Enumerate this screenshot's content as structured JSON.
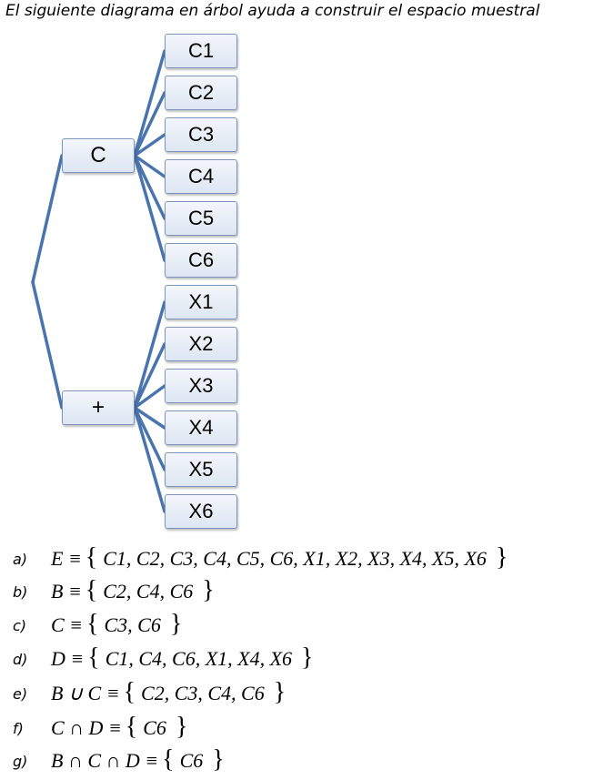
{
  "title": "El siguiente diagrama en árbol ayuda a construir el espacio muestral",
  "tree": {
    "branches": [
      {
        "label": "C",
        "leaves": [
          "C1",
          "C2",
          "C3",
          "C4",
          "C5",
          "C6"
        ]
      },
      {
        "label": "+",
        "leaves": [
          "X1",
          "X2",
          "X3",
          "X4",
          "X5",
          "X6"
        ]
      }
    ],
    "line_color": "#4a74ad"
  },
  "answers": [
    {
      "label": "a)",
      "lhs": "E ≡",
      "set": "C1, C2, C3, C4, C5, C6, X1, X2, X3, X4, X5, X6"
    },
    {
      "label": "b)",
      "lhs": "B ≡",
      "set": "C2, C4, C6"
    },
    {
      "label": "c)",
      "lhs": "C ≡",
      "set": "C3, C6"
    },
    {
      "label": "d)",
      "lhs": "D ≡",
      "set": "C1, C4, C6, X1, X4, X6"
    },
    {
      "label": "e)",
      "lhs": "B ∪ C ≡",
      "set": "C2, C3, C4, C6"
    },
    {
      "label": "f)",
      "lhs": "C ∩ D ≡",
      "set": "C6"
    },
    {
      "label": "g)",
      "lhs": "B ∩ C ∩ D ≡",
      "set": "C6"
    }
  ]
}
